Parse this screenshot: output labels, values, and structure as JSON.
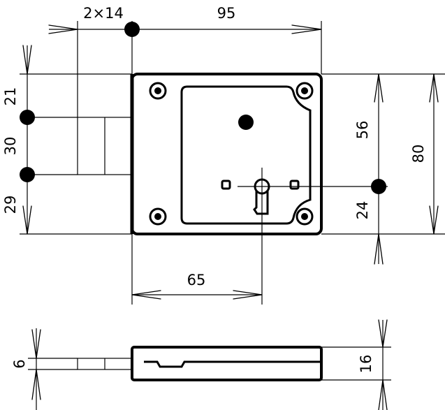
{
  "dimensions": {
    "backset_pitch": "2×14",
    "body_width": "95",
    "bolt_top_offset": "21",
    "bolt_pitch": "30",
    "bolt_bottom_offset": "29",
    "follower_height": "56",
    "body_height": "80",
    "keyhole_height": "24",
    "backset": "65",
    "bolt_thickness": "6",
    "body_depth": "16"
  }
}
